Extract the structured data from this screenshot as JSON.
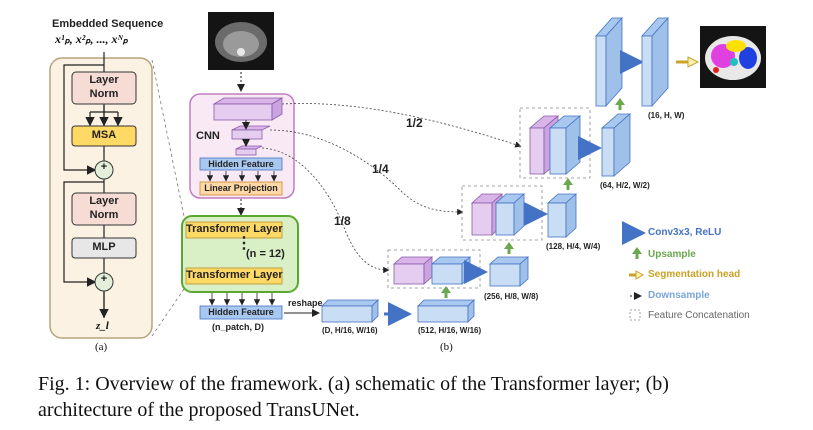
{
  "figure": {
    "embedded_sequence_title": "Embedded Sequence",
    "embedded_sequence_tokens": "x¹ₚ, x²ₚ, ..., xᴺₚ",
    "transformer_block": {
      "layer_norm_1": [
        "Layer",
        "Norm"
      ],
      "msa": "MSA",
      "layer_norm_2": [
        "Layer",
        "Norm"
      ],
      "mlp": "MLP",
      "plus": "+",
      "output": "z_l",
      "panel_label": "(a)"
    },
    "transunet": {
      "cnn": "CNN",
      "hidden_feature_top": "Hidden Feature",
      "linear_projection": "Linear Projection",
      "transformer_layer_top": "Transformer Layer",
      "repeat": "(n = 12)",
      "transformer_layer_bottom": "Transformer Layer",
      "hidden_feature_bottom": "Hidden Feature",
      "n_patch_shape": "(n_patch, D)",
      "reshape": "reshape",
      "skip_labels": [
        "1/2",
        "1/4",
        "1/8"
      ],
      "shapes": {
        "reshape_out": "(D, H/16, W/16)",
        "enc_512": "(512, H/16, W/16)",
        "dec_256": "(256, H/8, W/8)",
        "dec_128": "(128, H/4, W/4)",
        "dec_64": "(64, H/2, W/2)",
        "dec_16": "(16, H, W)"
      },
      "panel_label": "(b)"
    },
    "legend": [
      {
        "label": "Conv3x3, ReLU",
        "color": "#4472c4"
      },
      {
        "label": "Upsample",
        "color": "#6aa84f"
      },
      {
        "label": "Segmentation head",
        "color": "#c9a227"
      },
      {
        "label": "Downsample",
        "color": "#7aa6d8"
      },
      {
        "label": "Feature Concatenation",
        "color": "#666666"
      }
    ]
  },
  "caption": {
    "lead": "Fig. 1: Overview of the framework. (a) schematic of the Transformer layer; (b)",
    "line2": "architecture of the proposed TransUNet."
  },
  "colors": {
    "cube_blue_face": "#c9def5",
    "cube_blue_side": "#9fc0e8",
    "cube_purple_face": "#e5cdf0",
    "cube_purple_side": "#caa3e0",
    "layer_norm_fill": "#f6dcd4",
    "msa_fill": "#ffd966",
    "mlp_fill": "#e7e7e7",
    "cnn_panel_fill": "#f8e9f4",
    "cnn_panel_stroke": "#c07ec0",
    "transformer_panel_fill": "#d9efc6",
    "transformer_panel_stroke": "#5aa832",
    "linear_projection_fill": "#ffd8a8",
    "hidden_feature_fill": "#a8c8ef",
    "block_a_fill": "#fbf2e4"
  }
}
